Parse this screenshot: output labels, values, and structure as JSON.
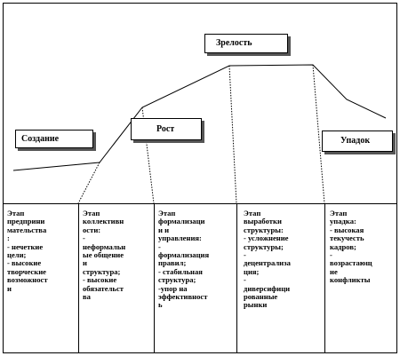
{
  "stages": {
    "creation": "Создание",
    "growth": "Рост",
    "maturity": "Зрелость",
    "decline": "Упадок"
  },
  "columns": [
    {
      "lines": [
        "Этап",
        "предприни",
        "мательства",
        ":",
        "- нечеткие",
        "цели;",
        "- высокие",
        "творческие",
        "возможност",
        "и"
      ]
    },
    {
      "lines": [
        "Этап",
        "коллективн",
        "ости:",
        "-",
        "неформальн",
        "ые общение",
        "и",
        "структура;",
        "- высокие",
        "обязательст",
        "ва"
      ]
    },
    {
      "lines": [
        "Этап",
        "формализаци",
        "и и",
        "управления:",
        "-",
        "формализация",
        "правил;",
        "- стабильная",
        "структура;",
        "-упор на",
        "эффективност",
        "ь"
      ]
    },
    {
      "lines": [
        "Этап",
        "выработки",
        "структуры:",
        "- усложнение",
        "структуры;",
        "-",
        "децентрализа",
        "ция;",
        "-",
        "диверсифици",
        "рованные",
        "рынки"
      ]
    },
    {
      "lines": [
        "Этап",
        "упадка:",
        "- высокая",
        "текучесть",
        "кадров;",
        "-",
        "возрастающ",
        "ие",
        "конфликты"
      ]
    }
  ]
}
